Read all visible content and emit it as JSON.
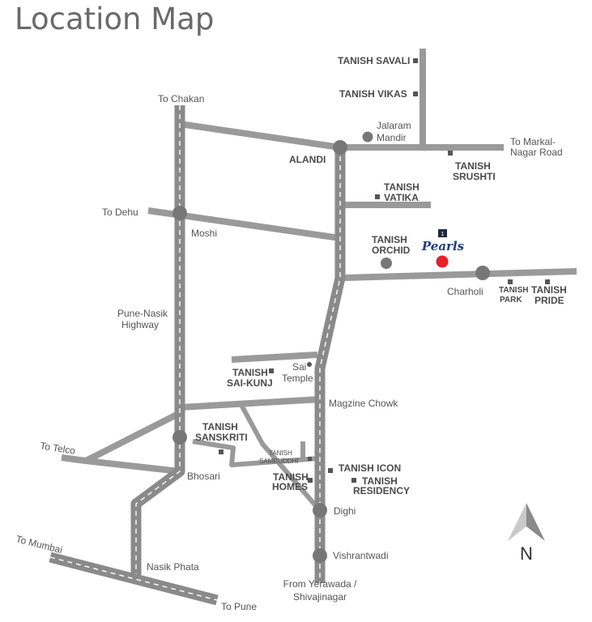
{
  "title": "Location Map",
  "project": {
    "logo_mark": "1",
    "name": "Pearls",
    "marker_color": "#e8202a",
    "logo_color": "#1f3e78"
  },
  "places": {
    "alandi": "ALANDI",
    "jalaram_1": "Jalaram",
    "jalaram_2": "Mandir",
    "moshi": "Moshi",
    "charholi": "Charholi",
    "pune_nasik_1": "Pune-Nasik",
    "pune_nasik_2": "Highway",
    "sai_temple_1": "Sai",
    "sai_temple_2": "Temple",
    "magzine_chowk": "Magzine Chowk",
    "bhosari": "Bhosari",
    "dighi": "Dighi",
    "vishrantwadi": "Vishrantwadi",
    "nasik_phata": "Nasik Phata"
  },
  "directions": {
    "to_chakan": "To Chakan",
    "to_dehu": "To Dehu",
    "to_markal_1": "To Markal-",
    "to_markal_2": "Nagar Road",
    "to_telco": "To Telco",
    "to_mumbai": "To Mumbai",
    "to_pune": "To Pune",
    "from_yerawada_1": "From Yerawada /",
    "from_yerawada_2": "Shivajinagar"
  },
  "projects": {
    "savali": "TANISH SAVALI",
    "vikas": "TANISH VIKAS",
    "srushti_1": "TANISH",
    "srushti_2": "SRUSHTI",
    "vatika_1": "TANISH",
    "vatika_2": "VATIKA",
    "orchid_1": "TANISH",
    "orchid_2": "ORCHID",
    "park_1": "TANISH",
    "park_2": "PARK",
    "pride_1": "TANISH",
    "pride_2": "PRIDE",
    "sai_kunj_1": "TANISH",
    "sai_kunj_2": "SAI-KUNJ",
    "sanskriti_1": "TANISH",
    "sanskriti_2": "SANSKRITI",
    "samruddhi_1": "TANISH",
    "samruddhi_2": "SAMRUDDHI",
    "icon": "TANISH ICON",
    "residency_1": "TANISH",
    "residency_2": "RESIDENCY",
    "homes_1": "TANISH",
    "homes_2": "HOMES"
  },
  "compass": {
    "label": "N",
    "icon": "north-arrow-icon"
  }
}
